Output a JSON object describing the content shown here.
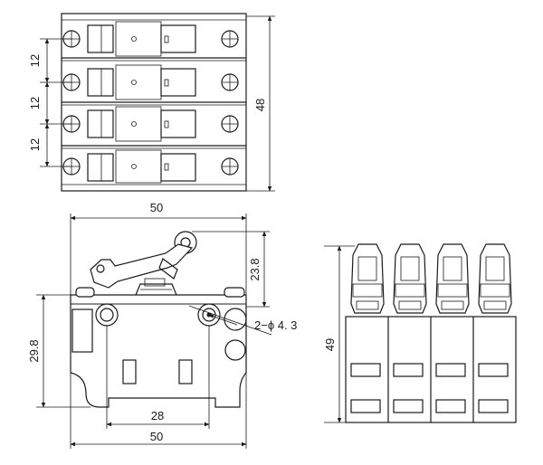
{
  "top_view": {
    "pitch_1": "12",
    "pitch_2": "12",
    "pitch_3": "12",
    "height": "48"
  },
  "front_view": {
    "width_top": "50",
    "roller_height": "23.8",
    "hole_spec": "2−ϕ 4. 3",
    "body_height": "29.8",
    "hole_spacing": "28",
    "width_bottom": "50"
  },
  "side_view": {
    "height": "49"
  }
}
